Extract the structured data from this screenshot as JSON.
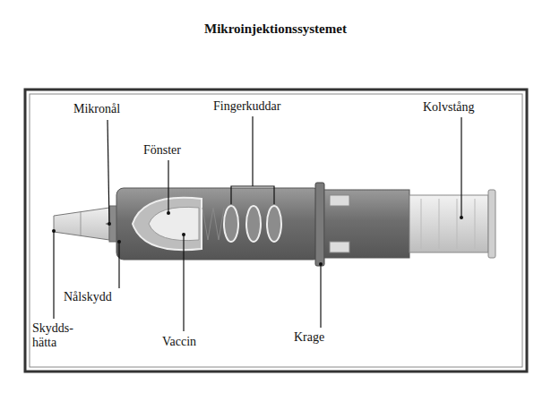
{
  "diagram": {
    "title": "Mikroinjektionssystemet",
    "labels": [
      "Mikronål",
      "Fingerkuddar",
      "Kolvstång",
      "Fönster",
      "Nålskydd",
      "Skydds- hätta",
      "Vaccin",
      "Krage"
    ]
  }
}
